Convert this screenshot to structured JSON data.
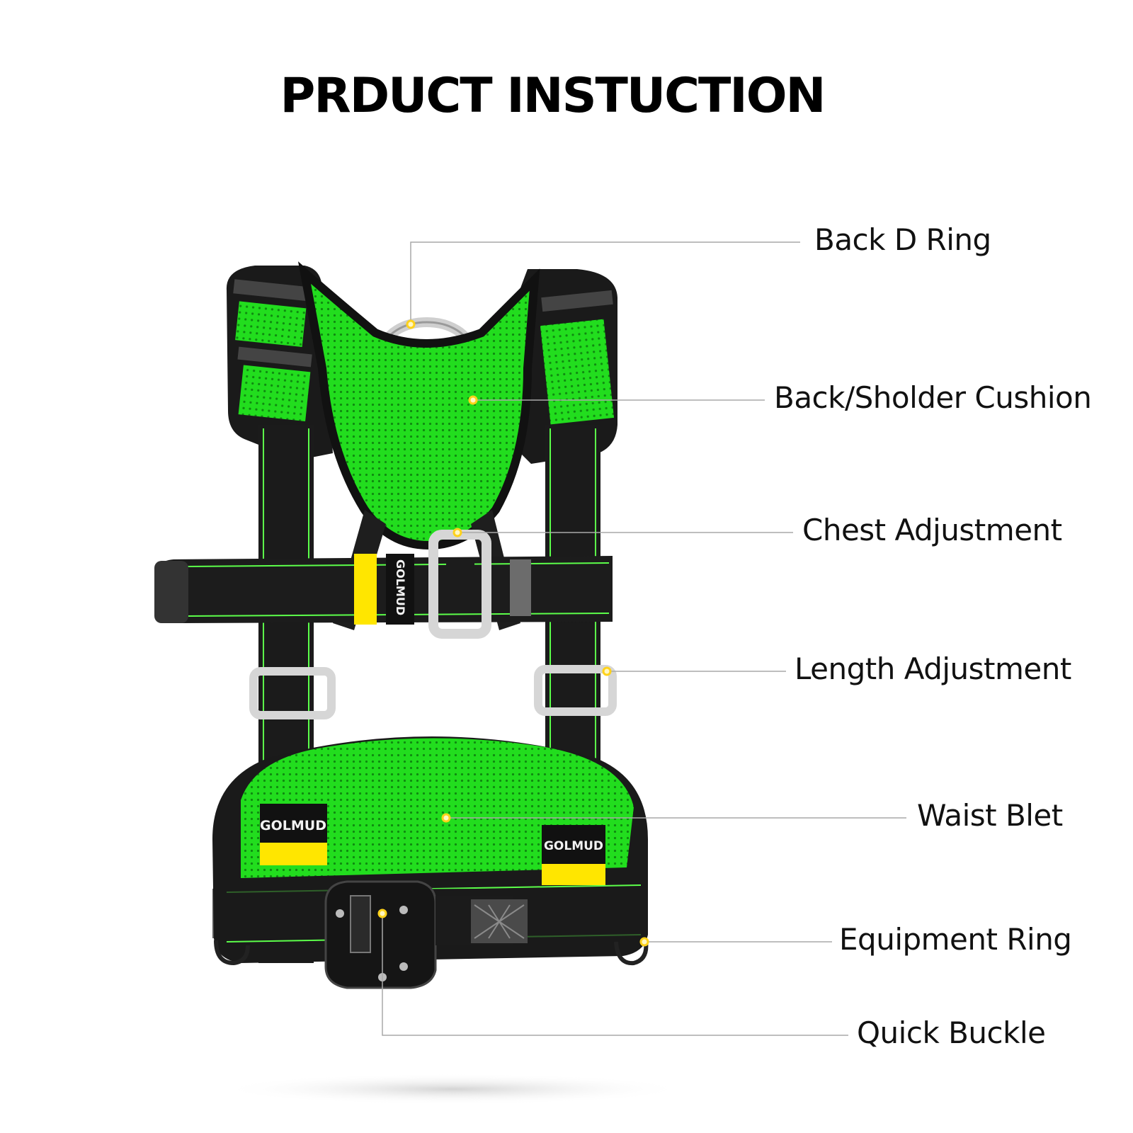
{
  "title": "PRDUCT INSTUCTION",
  "brand_logo": "GOLMUD",
  "colors": {
    "mesh_green": "#22dd1e",
    "mesh_dark": "#0f8a10",
    "webbing": "#1b1b1b",
    "stitch": "#5cff4a",
    "buckle_yellow": "#ffe600",
    "metal": "#d6d6d6",
    "leader_line": "#a9a9a9",
    "marker": "#ffd21a"
  },
  "callouts": [
    {
      "id": "back-d-ring",
      "label": "Back D Ring"
    },
    {
      "id": "back-shoulder-cushion",
      "label": "Back/Sholder Cushion"
    },
    {
      "id": "chest-adjustment",
      "label": "Chest Adjustment"
    },
    {
      "id": "length-adjustment",
      "label": "Length Adjustment"
    },
    {
      "id": "waist-belt",
      "label": "Waist Blet"
    },
    {
      "id": "equipment-ring",
      "label": "Equipment Ring"
    },
    {
      "id": "quick-buckle",
      "label": "Quick Buckle"
    }
  ]
}
